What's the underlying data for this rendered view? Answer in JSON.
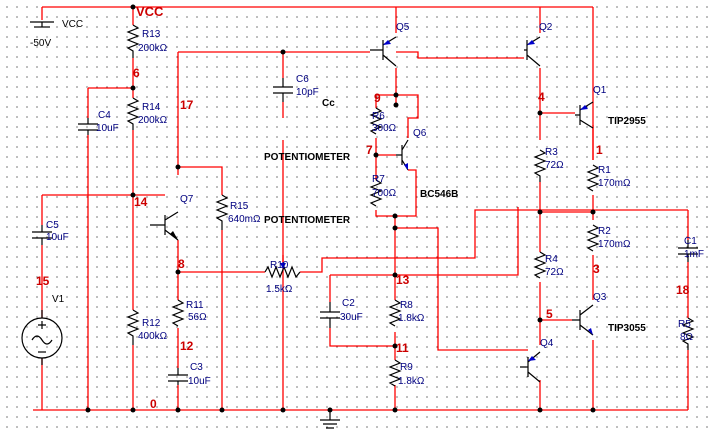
{
  "supply": {
    "vcc_name": "VCC",
    "vcc_label": "VCC",
    "vcc_value": "-50V"
  },
  "source": {
    "name": "V1"
  },
  "components": {
    "R13": {
      "ref": "R13",
      "value": "200kΩ"
    },
    "R14": {
      "ref": "R14",
      "value": "200kΩ"
    },
    "R12": {
      "ref": "R12",
      "value": "400kΩ"
    },
    "R15": {
      "ref": "R15",
      "value": "640mΩ"
    },
    "R11": {
      "ref": "R11",
      "value": "56Ω"
    },
    "R10": {
      "ref": "R10",
      "value": "1.5kΩ"
    },
    "R6": {
      "ref": "R6",
      "value": "300Ω"
    },
    "R7": {
      "ref": "R7",
      "value": "700Ω"
    },
    "R8": {
      "ref": "R8",
      "value": "1.8kΩ"
    },
    "R9": {
      "ref": "R9",
      "value": "1.8kΩ"
    },
    "R3": {
      "ref": "R3",
      "value": "72Ω"
    },
    "R4": {
      "ref": "R4",
      "value": "72Ω"
    },
    "R1": {
      "ref": "R1",
      "value": "170mΩ"
    },
    "R2": {
      "ref": "R2",
      "value": "170mΩ"
    },
    "R5": {
      "ref": "R5",
      "value": "8Ω"
    },
    "C4": {
      "ref": "C4",
      "value": "10uF"
    },
    "C5": {
      "ref": "C5",
      "value": "10uF"
    },
    "C6": {
      "ref": "C6",
      "value": "10pF"
    },
    "C2": {
      "ref": "C2",
      "value": "30uF"
    },
    "C3": {
      "ref": "C3",
      "value": "10uF"
    },
    "C1": {
      "ref": "C1",
      "value": "1mF"
    },
    "Q1": {
      "ref": "Q1",
      "part": "TIP2955"
    },
    "Q2": {
      "ref": "Q2"
    },
    "Q3": {
      "ref": "Q3",
      "part": "TIP3055"
    },
    "Q4": {
      "ref": "Q4"
    },
    "Q5": {
      "ref": "Q5"
    },
    "Q6": {
      "ref": "Q6",
      "part": "BC546B"
    },
    "Q7": {
      "ref": "Q7"
    }
  },
  "annotations": {
    "cc": "Cc",
    "pot1": "POTENTIOMETER",
    "pot2": "POTENTIOMETER"
  },
  "nets": {
    "n6": "6",
    "n17": "17",
    "n14": "14",
    "n15": "15",
    "n8": "8",
    "n12": "12",
    "n0": "0",
    "n9": "9",
    "n7": "7",
    "n13": "13",
    "n11": "11",
    "n4": "4",
    "n1": "1",
    "n3": "3",
    "n5": "5",
    "n18": "18"
  }
}
